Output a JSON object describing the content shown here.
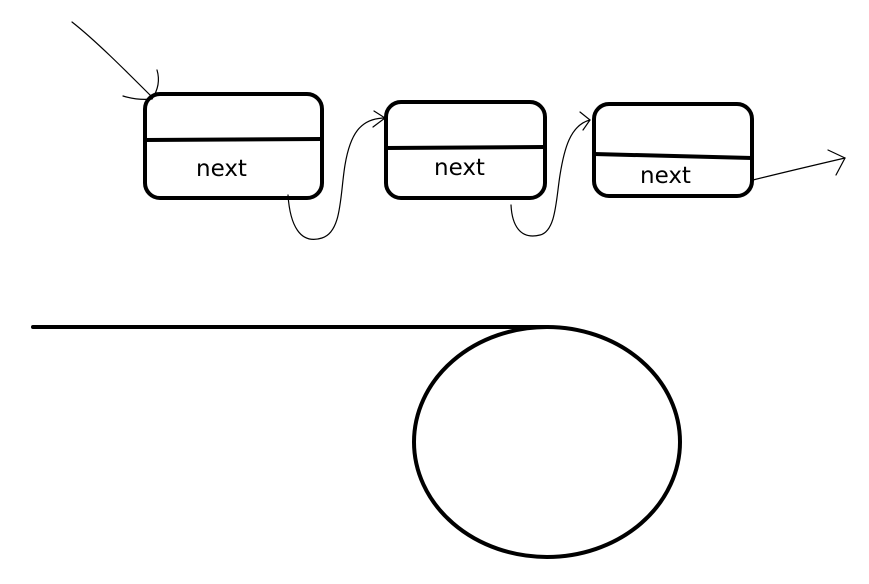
{
  "diagram": {
    "nodes": [
      {
        "label": "next"
      },
      {
        "label": "next"
      },
      {
        "label": "next"
      }
    ]
  },
  "colors": {
    "stroke": "#000000",
    "background": "#ffffff"
  }
}
